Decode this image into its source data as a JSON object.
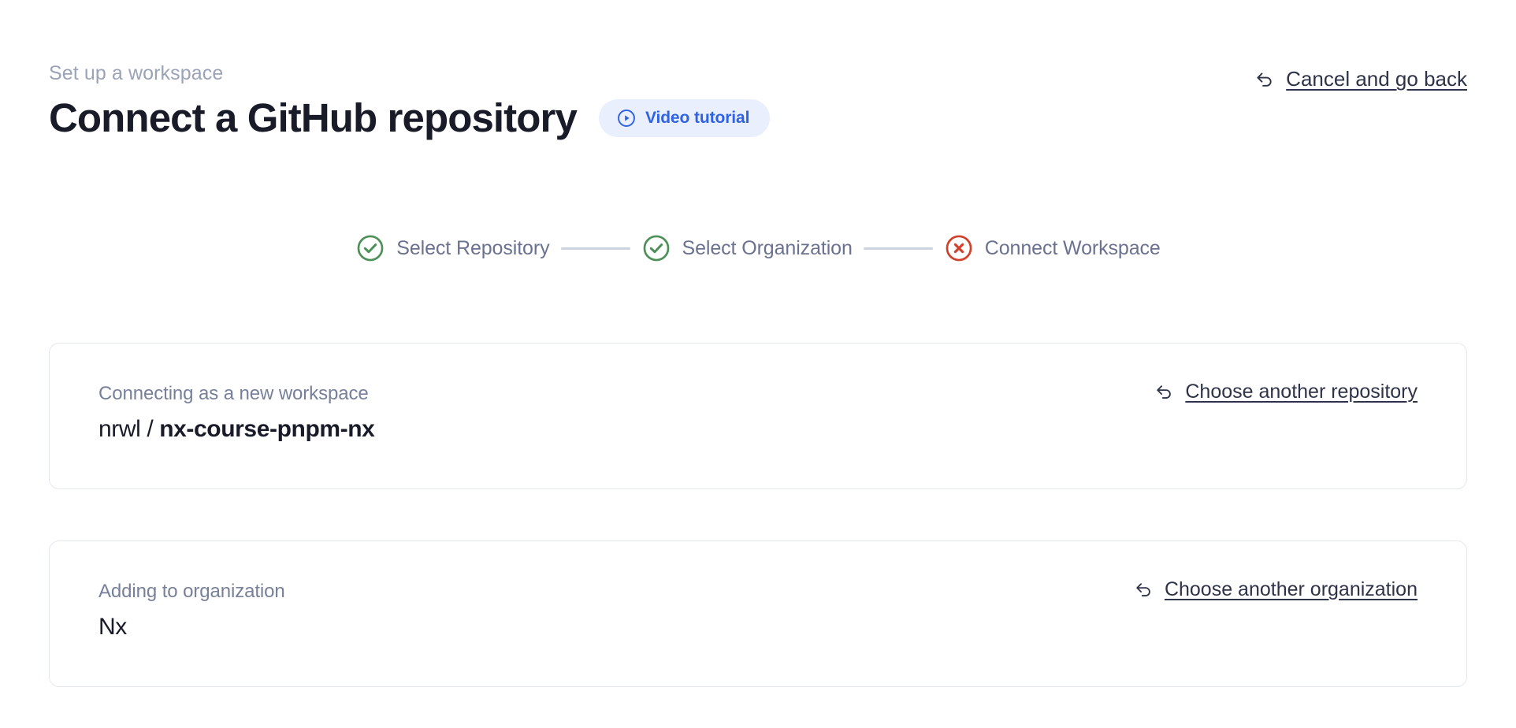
{
  "header": {
    "eyebrow": "Set up a workspace",
    "title": "Connect a GitHub repository",
    "video_badge": {
      "label": "Video tutorial",
      "icon": "play-circle-icon",
      "bg_color": "#e9effd",
      "text_color": "#2f62e4"
    },
    "cancel": {
      "label": "Cancel and go back",
      "icon": "back-arrow-icon"
    }
  },
  "stepper": {
    "steps": [
      {
        "label": "Select Repository",
        "state": "complete",
        "icon": "check-circle-icon",
        "color": "#4d9159"
      },
      {
        "label": "Select Organization",
        "state": "complete",
        "icon": "check-circle-icon",
        "color": "#4d9159"
      },
      {
        "label": "Connect Workspace",
        "state": "error",
        "icon": "x-circle-icon",
        "color": "#d0402b"
      }
    ],
    "connector_color": "#ccd2e0",
    "label_color": "#6b7290"
  },
  "cards": [
    {
      "label": "Connecting as a new workspace",
      "owner": "nrwl / ",
      "repo": "nx-course-pnpm-nx",
      "link": {
        "label": "Choose another repository",
        "icon": "back-arrow-icon"
      }
    },
    {
      "label": "Adding to organization",
      "owner": "Nx",
      "repo": "",
      "link": {
        "label": "Choose another organization",
        "icon": "back-arrow-icon"
      }
    }
  ],
  "colors": {
    "background": "#ffffff",
    "title": "#191b29",
    "eyebrow": "#9aa3b8",
    "card_border": "#e4e7ee",
    "link": "#2f3349"
  }
}
